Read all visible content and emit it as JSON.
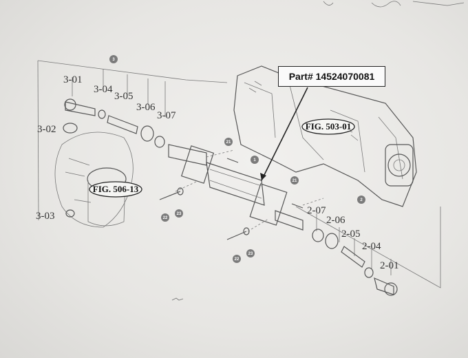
{
  "callout": {
    "part_number": "Part# 14524070081"
  },
  "figure_refs": {
    "fig_503": "FIG. 503-01",
    "fig_506": "FIG. 506-13"
  },
  "group_tags": {
    "group_3": "3",
    "group_2": "2"
  },
  "left_labels": {
    "l301": "3-01",
    "l304": "3-04",
    "l305": "3-05",
    "l306": "3-06",
    "l307": "3-07",
    "l302": "3-02",
    "l303": "3-03"
  },
  "right_labels": {
    "l207": "2-07",
    "l206": "2-06",
    "l205": "2-05",
    "l204": "2-04",
    "l201": "2-01"
  },
  "center_markers": {
    "m1": "1",
    "m21a": "21",
    "m21b": "21",
    "m22a": "22",
    "m23a": "23",
    "m22b": "22",
    "m23b": "23"
  }
}
